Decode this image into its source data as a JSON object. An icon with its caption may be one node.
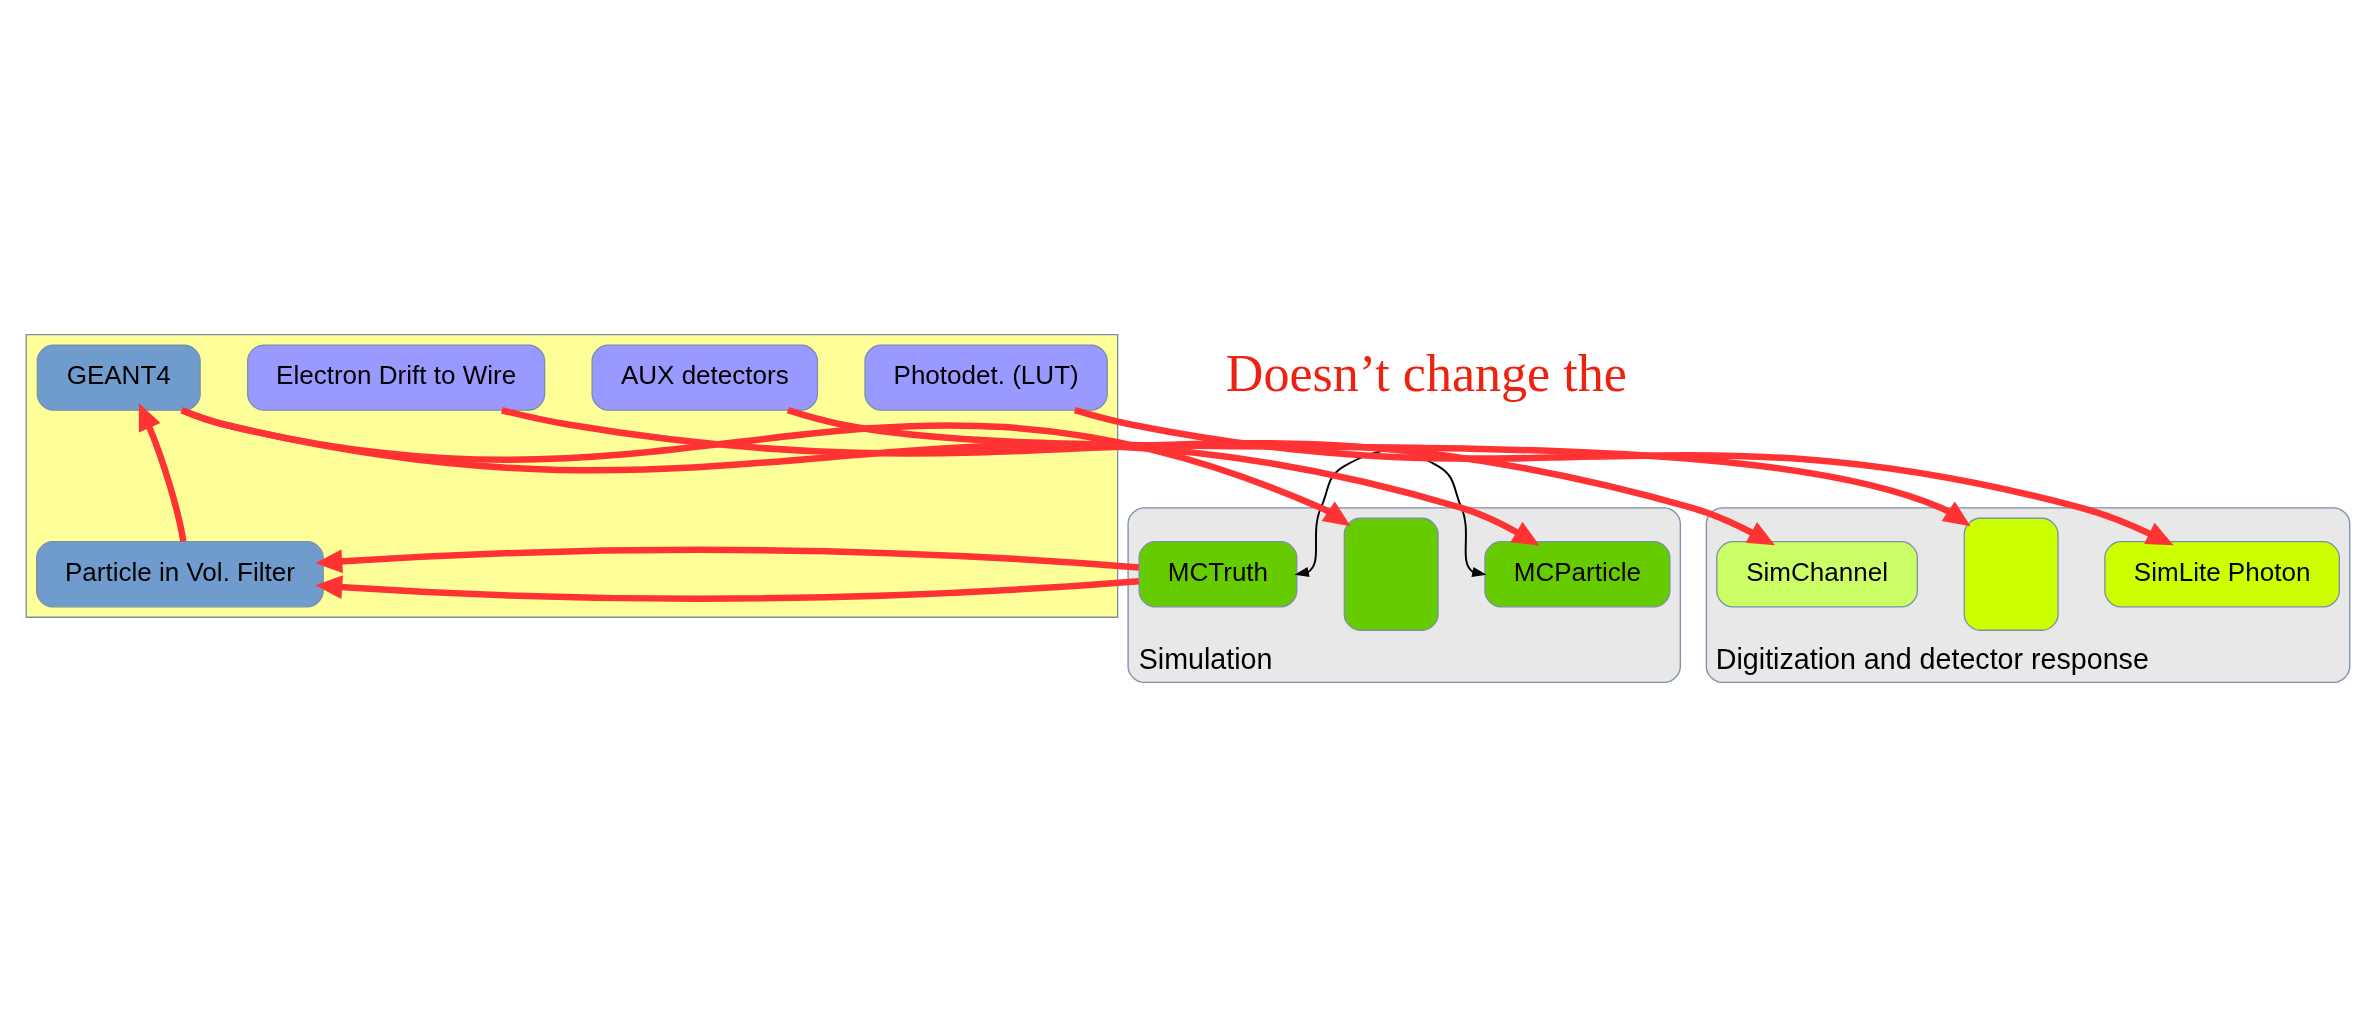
{
  "diagram": {
    "nodes": [
      {
        "text": [
          "Simulation"
        ]
      },
      {
        "text": [
          "Digitization and detector response"
        ]
      },
      {
        "text": [],
        "shape": "band"
      },
      {
        "text": [
          "GEANT4"
        ],
        "in": 2
      },
      {
        "text": [
          "Particle in Vol. Filter"
        ],
        "in": 2
      },
      {
        "text": [
          "Electron Drift to Wire"
        ],
        "in": 2
      },
      {
        "text": [
          "AUX detectors"
        ],
        "in": 2
      },
      {
        "text": [
          "Photodet. (LUT)"
        ],
        "in": 2
      },
      {
        "text": [
          "MCTruth"
        ],
        "in": 0
      },
      {
        "text": [],
        "shape": "box",
        "in": 0
      },
      {
        "text": [
          "MCParticle"
        ],
        "in": 0
      },
      {
        "text": [
          "SimChannel"
        ],
        "in": 1
      },
      {
        "text": [],
        "shape": "box",
        "in": 1
      },
      {
        "text": [
          "SimLite Photon"
        ],
        "in": 1
      }
    ],
    "edges": [
      {
        "from": 8,
        "to": 4,
        "arrow": "to"
      },
      {
        "from": 4,
        "to": 3,
        "arrow": "to"
      },
      {
        "from": 3,
        "to": 9,
        "arrow": "to"
      },
      {
        "from": 3,
        "to": 10,
        "arrow": "to"
      },
      {
        "from": 8,
        "to": 10,
        "arrow": "both",
        "color": "#000000"
      },
      {
        "from": 5,
        "to": 11,
        "arrow": "to"
      },
      {
        "from": 6,
        "to": 12,
        "arrow": "to"
      },
      {
        "from": 7,
        "to": 13,
        "arrow": "to"
      }
    ],
    "labels": [
      "Doesn’t change the"
    ]
  }
}
